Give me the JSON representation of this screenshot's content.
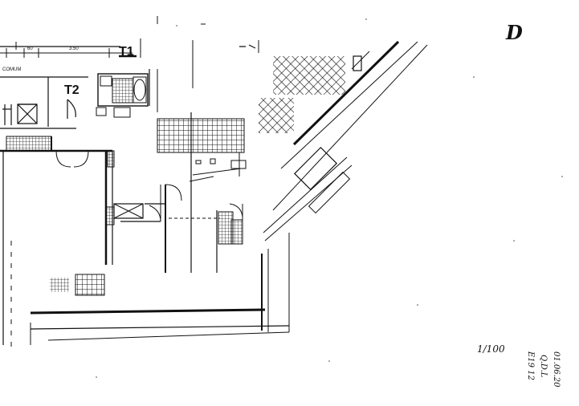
{
  "labels": {
    "room_t1": "T1",
    "room_t2": "T2",
    "room_comum": "COMUM",
    "dim_a": "60",
    "dim_b": "3.50",
    "sheet_letter": "D",
    "scale": "1/100",
    "annot_1": "E19 12",
    "annot_2": "Q.D.L",
    "annot_3": "01.06.20"
  }
}
